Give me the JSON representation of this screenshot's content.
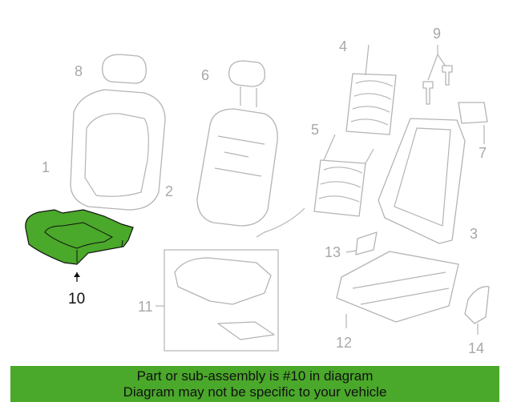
{
  "diagram": {
    "highlighted_part": "10",
    "highlight_color": "#4aa82a",
    "callouts": [
      "1",
      "2",
      "3",
      "4",
      "5",
      "6",
      "7",
      "8",
      "9",
      "10",
      "11",
      "12",
      "13",
      "14"
    ]
  },
  "banner": {
    "line1": "Part or sub-assembly is #10 in diagram",
    "line2": "Diagram may not be specific to your vehicle"
  }
}
